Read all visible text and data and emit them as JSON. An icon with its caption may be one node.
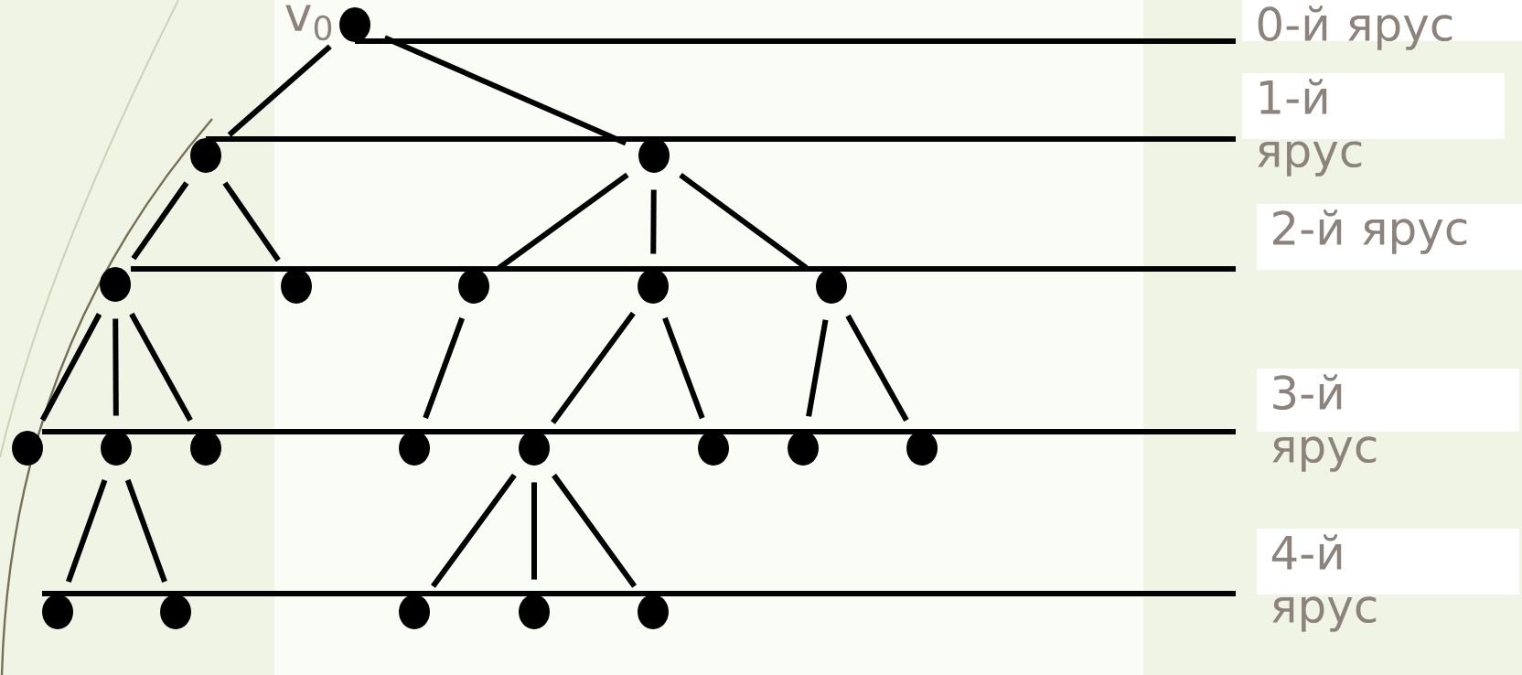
{
  "diagram": {
    "nodes": [
      {
        "text": [],
        "shape": "circle",
        "beside": [
          "v$_{0}$"
        ]
      },
      {
        "text": [],
        "shape": "circle"
      },
      {
        "text": [],
        "shape": "circle"
      },
      {
        "text": [],
        "shape": "circle"
      },
      {
        "text": [],
        "shape": "circle"
      },
      {
        "text": [],
        "shape": "circle"
      },
      {
        "text": [],
        "shape": "circle"
      },
      {
        "text": [],
        "shape": "circle"
      },
      {
        "text": [],
        "shape": "circle"
      },
      {
        "text": [],
        "shape": "circle"
      },
      {
        "text": [],
        "shape": "circle"
      },
      {
        "text": [],
        "shape": "circle"
      },
      {
        "text": [],
        "shape": "circle"
      },
      {
        "text": [],
        "shape": "circle"
      },
      {
        "text": [],
        "shape": "circle"
      },
      {
        "text": [],
        "shape": "circle"
      },
      {
        "text": [],
        "shape": "circle"
      },
      {
        "text": [],
        "shape": "circle"
      },
      {
        "text": [],
        "shape": "circle"
      },
      {
        "text": [],
        "shape": "circle"
      },
      {
        "text": [],
        "shape": "circle"
      },
      {
        "text": [
          "0-й ярус"
        ]
      },
      {
        "text": [
          "1-й ярус"
        ]
      },
      {
        "text": [
          "2-й ярус"
        ]
      },
      {
        "text": [
          "3-й ярус"
        ]
      },
      {
        "text": [
          "4-й ярус"
        ]
      }
    ],
    "edges": [
      {
        "from": 0,
        "to": 1,
        "arrow": "none"
      },
      {
        "from": 0,
        "to": 2,
        "arrow": "none"
      },
      {
        "from": 1,
        "to": 3,
        "arrow": "none"
      },
      {
        "from": 1,
        "to": 4,
        "arrow": "none"
      },
      {
        "from": 2,
        "to": 5,
        "arrow": "none"
      },
      {
        "from": 2,
        "to": 6,
        "arrow": "none"
      },
      {
        "from": 2,
        "to": 7,
        "arrow": "none"
      },
      {
        "from": 3,
        "to": 8,
        "arrow": "none"
      },
      {
        "from": 3,
        "to": 9,
        "arrow": "none"
      },
      {
        "from": 3,
        "to": 10,
        "arrow": "none"
      },
      {
        "from": 5,
        "to": 11,
        "arrow": "none"
      },
      {
        "from": 6,
        "to": 12,
        "arrow": "none"
      },
      {
        "from": 6,
        "to": 13,
        "arrow": "none"
      },
      {
        "from": 7,
        "to": 14,
        "arrow": "none"
      },
      {
        "from": 7,
        "to": 15,
        "arrow": "none"
      },
      {
        "from": 9,
        "to": 16,
        "arrow": "none"
      },
      {
        "from": 9,
        "to": 17,
        "arrow": "none"
      },
      {
        "from": 12,
        "to": 18,
        "arrow": "none"
      },
      {
        "from": 12,
        "to": 19,
        "arrow": "none"
      },
      {
        "from": 12,
        "to": 20,
        "arrow": "none"
      },
      {
        "from": 0,
        "to": 21,
        "arrow": "none"
      },
      {
        "from": 1,
        "to": 22,
        "arrow": "none"
      }
    ]
  }
}
